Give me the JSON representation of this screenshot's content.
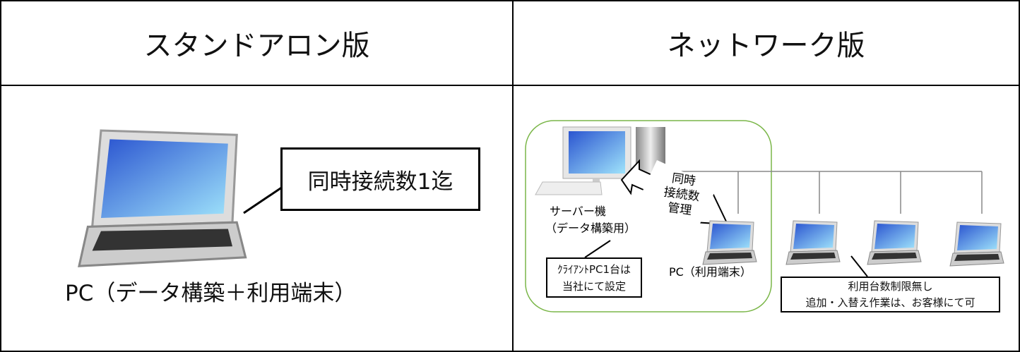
{
  "headers": {
    "standalone": "スタンドアロン版",
    "network": "ネットワーク版"
  },
  "standalone": {
    "callout": "同時接続数1迄",
    "pc_label": "PC（データ構築＋利用端末）"
  },
  "network": {
    "arrow_label": [
      "同時",
      "接続数",
      "管理"
    ],
    "server_label": [
      "サーバー機",
      "（データ構築用）"
    ],
    "client_note": [
      "ｸﾗｲｱﾝﾄPC1台は",
      "当社にて設定"
    ],
    "pc_label": "PC（利用端末）",
    "unlimited_note": [
      "利用台数制限無し",
      "追加・入替え作業は、お客様にて可"
    ]
  },
  "colors": {
    "group_border": "#7ab648",
    "screen": "#3a6fd8"
  }
}
